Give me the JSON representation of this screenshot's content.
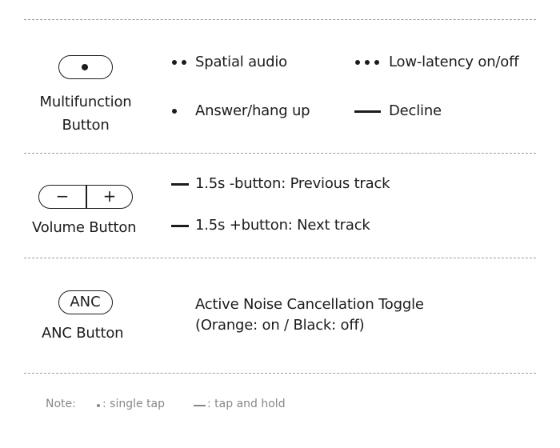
{
  "multifunction": {
    "label_line1": "Multifunction",
    "label_line2": "Button",
    "double_tap": "Spatial audio",
    "triple_tap": "Low-latency on/off",
    "single_tap": "Answer/hang up",
    "hold": "Decline"
  },
  "volume": {
    "label": "Volume Button",
    "minus_symbol": "−",
    "plus_symbol": "+",
    "hold_minus": "1.5s -button: Previous track",
    "hold_plus": "1.5s +button: Next track"
  },
  "anc": {
    "label": "ANC Button",
    "button_text": "ANC",
    "description_line1": "Active Noise Cancellation Toggle",
    "description_line2": "(Orange: on / Black: off)"
  },
  "note": {
    "prefix": "Note:",
    "single_tap": ": single tap",
    "hold": ": tap and hold"
  }
}
